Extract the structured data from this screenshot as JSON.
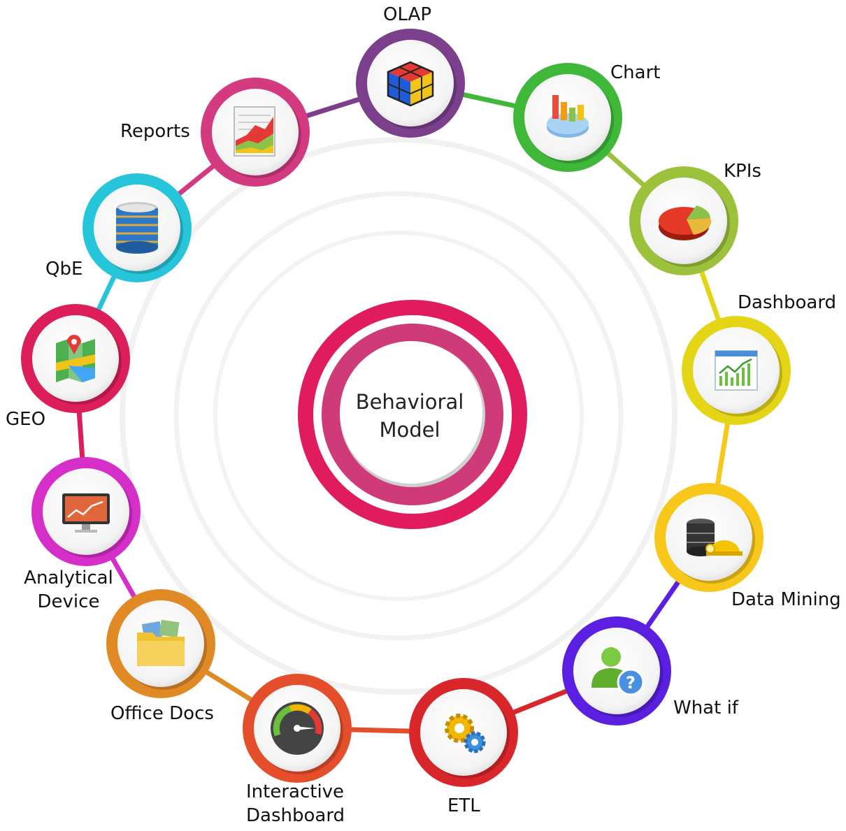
{
  "center": {
    "line1": "Behavioral",
    "line2": "Model",
    "color": "#e01b5e"
  },
  "nodes": [
    {
      "id": "olap",
      "label": [
        "OLAP"
      ],
      "color": "#7b3f8c",
      "icon": "rubiks-cube-icon"
    },
    {
      "id": "chart",
      "label": [
        "Chart"
      ],
      "color": "#3fb83a",
      "icon": "chart-icon"
    },
    {
      "id": "kpis",
      "label": [
        "KPIs"
      ],
      "color": "#9cc13a",
      "icon": "pie-chart-icon"
    },
    {
      "id": "dashboard",
      "label": [
        "Dashboard"
      ],
      "color": "#e4d517",
      "icon": "dashboard-chart-icon"
    },
    {
      "id": "data-mining",
      "label": [
        "Data Mining"
      ],
      "color": "#f7c719",
      "icon": "database-mining-icon"
    },
    {
      "id": "what-if",
      "label": [
        "What if"
      ],
      "color": "#5a1fe0",
      "icon": "user-question-icon"
    },
    {
      "id": "etl",
      "label": [
        "ETL"
      ],
      "color": "#d9262a",
      "icon": "gears-icon"
    },
    {
      "id": "interactive-dashboard",
      "label": [
        "Interactive",
        "Dashboard"
      ],
      "color": "#e54e2a",
      "icon": "gauge-icon"
    },
    {
      "id": "office-docs",
      "label": [
        "Office Docs"
      ],
      "color": "#e08a26",
      "icon": "folder-icon"
    },
    {
      "id": "analytical-device",
      "label": [
        "Analytical",
        "Device"
      ],
      "color": "#d52ec9",
      "icon": "monitor-icon"
    },
    {
      "id": "geo",
      "label": [
        "GEO"
      ],
      "color": "#dc1e5a",
      "icon": "map-icon"
    },
    {
      "id": "qbe",
      "label": [
        "QbE"
      ],
      "color": "#27c5da",
      "icon": "database-icon"
    },
    {
      "id": "reports",
      "label": [
        "Reports"
      ],
      "color": "#d43a80",
      "icon": "report-icon"
    }
  ]
}
